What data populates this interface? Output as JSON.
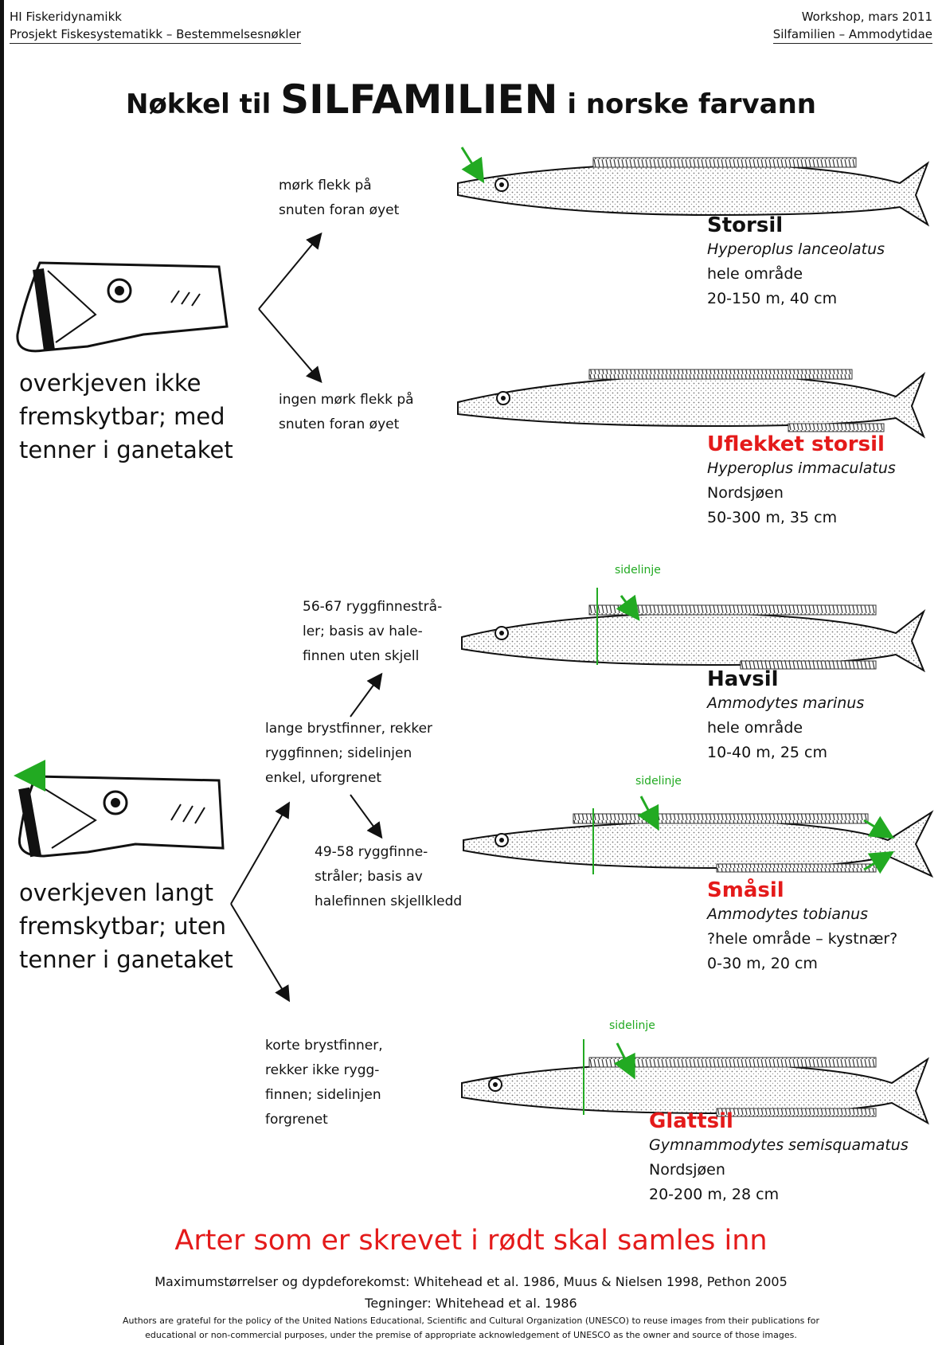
{
  "header": {
    "left_line1": "HI Fiskeridynamikk",
    "left_line2": "Prosjekt Fiskesystematikk – Bestemmelsesnøkler",
    "right_line1": "Workshop, mars 2011",
    "right_line2": "Silfamilien – Ammodytidae"
  },
  "title": {
    "pre": "Nøkkel til ",
    "main": "SILFAMILIEN",
    "post": " i norske farvann"
  },
  "group1": {
    "description": [
      "overkjeven ikke",
      "fremskytbar; med",
      "tenner i ganetaket"
    ],
    "lead_a": [
      "mørk flekk på",
      "snuten foran øyet"
    ],
    "lead_b": [
      "ingen mørk flekk på",
      "snuten foran øyet"
    ]
  },
  "group2": {
    "description": [
      "overkjeven langt",
      "fremskytbar; uten",
      "tenner i ganetaket"
    ],
    "lead_long": [
      "lange brystfinner, rekker",
      "ryggfinnen; sidelinjen",
      "enkel, uforgrenet"
    ],
    "lead_long_a": [
      "56-67 ryggfinnestrå-",
      "ler; basis av hale-",
      "finnen uten skjell"
    ],
    "lead_long_b": [
      "49-58 ryggfinne-",
      "stråler; basis av",
      "halefinnen skjellkledd"
    ],
    "lead_short": [
      "korte brystfinner,",
      "rekker ikke rygg-",
      "finnen; sidelinjen",
      "forgrenet"
    ]
  },
  "species": [
    {
      "common": "Storsil",
      "latin": "Hyperoplus lanceolatus",
      "area": "hele område",
      "depth": "20-150 m, 40 cm",
      "collect": false
    },
    {
      "common": "Uflekket storsil",
      "latin": "Hyperoplus immaculatus",
      "area": "Nordsjøen",
      "depth": "50-300 m, 35 cm",
      "collect": true
    },
    {
      "common": "Havsil",
      "latin": "Ammodytes marinus",
      "area": "hele område",
      "depth": "10-40 m, 25 cm",
      "collect": false
    },
    {
      "common": "Småsil",
      "latin": "Ammodytes tobianus",
      "area": "?hele område – kystnær?",
      "depth": "0-30 m, 20 cm",
      "collect": true
    },
    {
      "common": "Glattsil",
      "latin": "Gymnammodytes semisquamatus",
      "area": "Nordsjøen",
      "depth": "20-200 m, 28 cm",
      "collect": true
    }
  ],
  "sidelinje_label": "sidelinje",
  "note_red": "Arter som er skrevet i rødt skal samles inn",
  "footer": {
    "line1": "Maximumstørrelser og dypdeforekomst: Whitehead et al. 1986, Muus & Nielsen 1998, Pethon 2005",
    "line2": "Tegninger: Whitehead et al. 1986",
    "line3": "Authors are grateful for the policy of the United Nations Educational, Scientific and Cultural Organization (UNESCO) to reuse images from their publications for",
    "line4": "educational or non-commercial purposes, under the premise of appropriate acknowledgement of UNESCO as the owner and source of those images."
  },
  "colors": {
    "red": "#e41a1a",
    "green": "#22aa22",
    "ink": "#111111"
  }
}
